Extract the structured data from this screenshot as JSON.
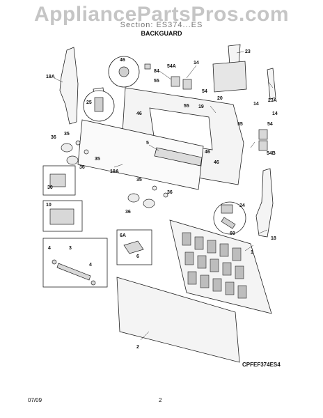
{
  "header": {
    "model": "Section:  ES374...ES",
    "title": "BACKGUARD"
  },
  "watermark": "AppliancePartsPros.com",
  "footer": {
    "date": "07/09",
    "page": "2"
  },
  "diagram_code": "CPFEF374ES4",
  "callouts": {
    "c46": "46",
    "c84": "84",
    "c54a_top": "54A",
    "c14_top": "14",
    "c23": "23",
    "c55_top": "55",
    "c54_top": "54",
    "c18a": "18A",
    "c20": "20",
    "c23a": "23A",
    "c25": "25",
    "c46_mid": "46",
    "c55_mid": "55",
    "c19": "19",
    "c14_right": "14",
    "c14_right2": "14",
    "c55_right": "55",
    "c54_right": "54",
    "c35_a": "35",
    "c36_a": "36",
    "c5": "5",
    "c46_b": "46",
    "c46_c": "46",
    "c35_b": "35",
    "c36_b": "36",
    "c54b": "54B",
    "c19a": "19A",
    "c30": "30",
    "c35_c": "35",
    "c24": "24",
    "c36_c": "36",
    "c36_d": "36",
    "c10": "10",
    "c69": "69",
    "c18": "18",
    "c6a": "6A",
    "c6": "6",
    "c1": "1",
    "c4_a": "4",
    "c3": "3",
    "c4_b": "4",
    "c2": "2"
  },
  "colors": {
    "line": "#222222",
    "fill": "#f4f4f4",
    "shade": "#bdbdbd"
  }
}
